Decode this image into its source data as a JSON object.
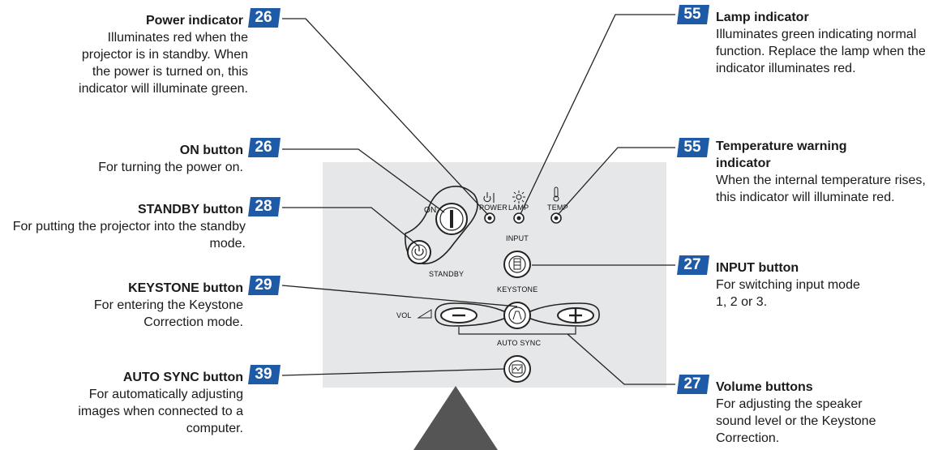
{
  "colors": {
    "badge": "#1f5aa6",
    "panel": "#e6e7e8",
    "arrow": "#555555"
  },
  "callouts": {
    "power_indicator": {
      "page": "26",
      "title": "Power indicator",
      "desc": "Illuminates red when the projector is in standby. When the power is turned on, this indicator will illuminate green."
    },
    "on_button": {
      "page": "26",
      "title": "ON button",
      "desc": "For turning the power on."
    },
    "standby_button": {
      "page": "28",
      "title": "STANDBY button",
      "desc": "For putting the projector into the standby mode."
    },
    "keystone_button": {
      "page": "29",
      "title": "KEYSTONE button",
      "desc": "For entering the Keystone Correction mode."
    },
    "auto_sync_button": {
      "page": "39",
      "title": "AUTO SYNC button",
      "desc": "For automatically adjusting images when connected to a computer."
    },
    "lamp_indicator": {
      "page": "55",
      "title": "Lamp indicator",
      "desc": "Illuminates green indicating normal function. Replace the lamp when the indicator illuminates red."
    },
    "temp_indicator": {
      "page": "55",
      "title": "Temperature warning indicator",
      "desc": "When the internal temperature rises, this indicator will illuminate red."
    },
    "input_button": {
      "page": "27",
      "title": "INPUT button",
      "desc": "For switching input mode 1, 2 or 3."
    },
    "volume_buttons": {
      "page": "27",
      "title": "Volume buttons",
      "desc": "For adjusting the speaker sound level or the Keystone Correction."
    }
  },
  "panel_labels": {
    "on": "ON",
    "standby": "STANDBY",
    "power": "POWER",
    "lamp": "LAMP",
    "temp": "TEMP",
    "input": "INPUT",
    "keystone": "KEYSTONE",
    "vol": "VOL",
    "auto_sync": "AUTO SYNC",
    "power_symbol": "⏻ I",
    "lamp_symbol": "☼",
    "temp_symbol": "🌡",
    "minus": "−",
    "plus": "+"
  },
  "icons": [
    "power-icon",
    "lamp-icon",
    "thermometer-icon",
    "input-icon",
    "keystone-icon",
    "auto-sync-icon",
    "volume-icon"
  ]
}
